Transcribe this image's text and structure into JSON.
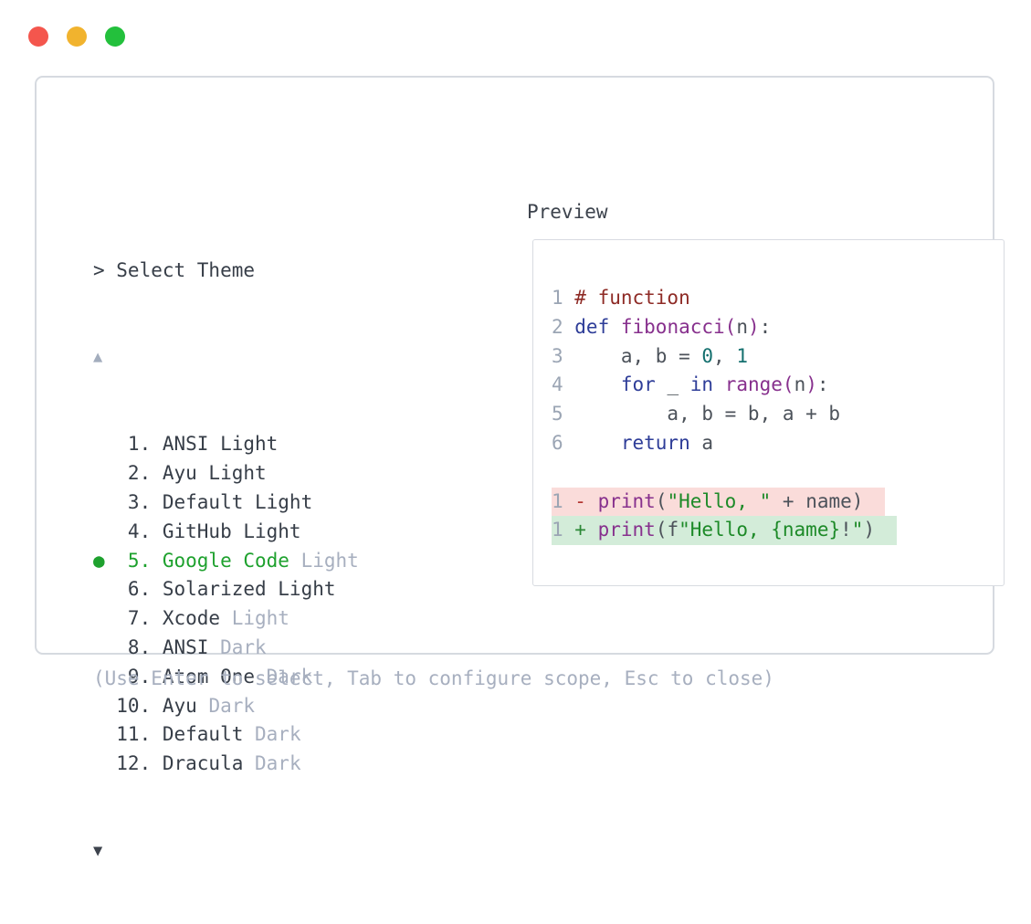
{
  "window": {
    "traffic_lights": [
      {
        "name": "close-button",
        "color": "#f4564d"
      },
      {
        "name": "minimize-button",
        "color": "#f1b32e"
      },
      {
        "name": "zoom-button",
        "color": "#23c03c"
      }
    ]
  },
  "picker": {
    "prompt": "> Select Theme",
    "scroll_up_icon": "▲",
    "scroll_down_icon": "▼",
    "selected_marker": "●",
    "accent_green": "#1ea12e",
    "muted_color": "#a7afbf",
    "text_color": "#373e48",
    "items": [
      {
        "num": "1",
        "parts": [
          {
            "t": "ANSI Light",
            "s": "dark"
          }
        ],
        "selected": false
      },
      {
        "num": "2",
        "parts": [
          {
            "t": "Ayu Light",
            "s": "dark"
          }
        ],
        "selected": false
      },
      {
        "num": "3",
        "parts": [
          {
            "t": "Default Light",
            "s": "dark"
          }
        ],
        "selected": false
      },
      {
        "num": "4",
        "parts": [
          {
            "t": "GitHub Light",
            "s": "dark"
          }
        ],
        "selected": false
      },
      {
        "num": "5",
        "parts": [
          {
            "t": "Google Code",
            "s": "green"
          },
          {
            "t": " Light",
            "s": "muted"
          }
        ],
        "selected": true
      },
      {
        "num": "6",
        "parts": [
          {
            "t": "Solarized Light",
            "s": "dark"
          }
        ],
        "selected": false
      },
      {
        "num": "7",
        "parts": [
          {
            "t": "Xcode",
            "s": "dark"
          },
          {
            "t": " Light",
            "s": "muted"
          }
        ],
        "selected": false
      },
      {
        "num": "8",
        "parts": [
          {
            "t": "ANSI",
            "s": "dark"
          },
          {
            "t": " Dark",
            "s": "muted"
          }
        ],
        "selected": false
      },
      {
        "num": "9",
        "parts": [
          {
            "t": "Atom One",
            "s": "dark"
          },
          {
            "t": " Dark",
            "s": "muted"
          }
        ],
        "selected": false
      },
      {
        "num": "10",
        "parts": [
          {
            "t": "Ayu",
            "s": "dark"
          },
          {
            "t": " Dark",
            "s": "muted"
          }
        ],
        "selected": false
      },
      {
        "num": "11",
        "parts": [
          {
            "t": "Default",
            "s": "dark"
          },
          {
            "t": " Dark",
            "s": "muted"
          }
        ],
        "selected": false
      },
      {
        "num": "12",
        "parts": [
          {
            "t": "Dracula",
            "s": "dark"
          },
          {
            "t": " Dark",
            "s": "muted"
          }
        ],
        "selected": false
      }
    ]
  },
  "preview": {
    "label": "Preview",
    "syntax_colors": {
      "plain": "#4c525a",
      "comment": "#8e2b26",
      "keyword": "#2e3d98",
      "function": "#87308d",
      "literal": "#15706f",
      "string": "#1d8a28",
      "diff_minus": "#b23530",
      "diff_plus": "#2b8836",
      "line_number": "#9ba5b4",
      "removed_bg": "#fadcda",
      "added_bg": "#d3ecd9"
    },
    "lines": [
      {
        "num": "1",
        "bg": "",
        "tokens": [
          {
            "t": "# function",
            "c": "com"
          }
        ]
      },
      {
        "num": "2",
        "bg": "",
        "tokens": [
          {
            "t": "def",
            "c": "kw"
          },
          {
            "t": " ",
            "c": "pl"
          },
          {
            "t": "fibonacci",
            "c": "fn"
          },
          {
            "t": "(",
            "c": "fn"
          },
          {
            "t": "n",
            "c": "pl"
          },
          {
            "t": ")",
            "c": "fn"
          },
          {
            "t": ":",
            "c": "pl"
          }
        ]
      },
      {
        "num": "3",
        "bg": "",
        "tokens": [
          {
            "t": "    a, b = ",
            "c": "pl"
          },
          {
            "t": "0",
            "c": "lit"
          },
          {
            "t": ", ",
            "c": "pl"
          },
          {
            "t": "1",
            "c": "lit"
          }
        ]
      },
      {
        "num": "4",
        "bg": "",
        "tokens": [
          {
            "t": "    ",
            "c": "pl"
          },
          {
            "t": "for",
            "c": "kw"
          },
          {
            "t": " _ ",
            "c": "pl"
          },
          {
            "t": "in",
            "c": "kw"
          },
          {
            "t": " ",
            "c": "pl"
          },
          {
            "t": "range",
            "c": "fn"
          },
          {
            "t": "(",
            "c": "fn"
          },
          {
            "t": "n",
            "c": "pl"
          },
          {
            "t": ")",
            "c": "fn"
          },
          {
            "t": ":",
            "c": "pl"
          }
        ]
      },
      {
        "num": "5",
        "bg": "",
        "tokens": [
          {
            "t": "        a, b = b, a + b",
            "c": "pl"
          }
        ]
      },
      {
        "num": "6",
        "bg": "",
        "tokens": [
          {
            "t": "    ",
            "c": "pl"
          },
          {
            "t": "return",
            "c": "kw"
          },
          {
            "t": " a",
            "c": "pl"
          }
        ]
      },
      {
        "num": "",
        "bg": "",
        "tokens": []
      },
      {
        "num": "1",
        "bg": "del",
        "tokens": [
          {
            "t": "-",
            "c": "minus"
          },
          {
            "t": " ",
            "c": "pl"
          },
          {
            "t": "print",
            "c": "fn"
          },
          {
            "t": "(",
            "c": "pl"
          },
          {
            "t": "\"Hello, \"",
            "c": "str"
          },
          {
            "t": " + name)",
            "c": "pl"
          }
        ]
      },
      {
        "num": "1",
        "bg": "add",
        "tokens": [
          {
            "t": "+",
            "c": "plus"
          },
          {
            "t": " ",
            "c": "pl"
          },
          {
            "t": "print",
            "c": "fn"
          },
          {
            "t": "(f",
            "c": "pl"
          },
          {
            "t": "\"Hello, {name}",
            "c": "str"
          },
          {
            "t": "!",
            "c": "pl"
          },
          {
            "t": "\"",
            "c": "str"
          },
          {
            "t": ")",
            "c": "pl"
          }
        ]
      }
    ]
  },
  "footer": {
    "help": "(Use Enter to select, Tab to configure scope, Esc to close)"
  }
}
